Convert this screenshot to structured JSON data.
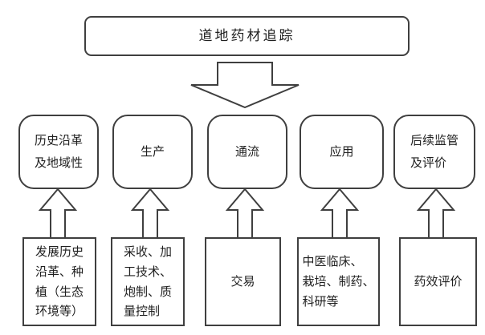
{
  "root": {
    "label": "道地药材追踪"
  },
  "columns": [
    {
      "stage": "历史沿革\n及地域性",
      "source": "发展历史\n沿革、种\n植（生态\n环境等）"
    },
    {
      "stage": "生产",
      "source": "采收、加\n工技术、\n炮制、质\n量控制"
    },
    {
      "stage": "通流",
      "source": "交易"
    },
    {
      "stage": "应用",
      "source": "中医临床、\n栽培、制药、\n科研等"
    },
    {
      "stage": "后续监管\n及评价",
      "source": "药效评价"
    }
  ],
  "icons": {
    "down_arrow": "block-arrow-down",
    "up_arrow": "block-arrow-up"
  },
  "colors": {
    "border": "#3f3f3f",
    "text": "#1f1f1f",
    "background": "#ffffff"
  }
}
